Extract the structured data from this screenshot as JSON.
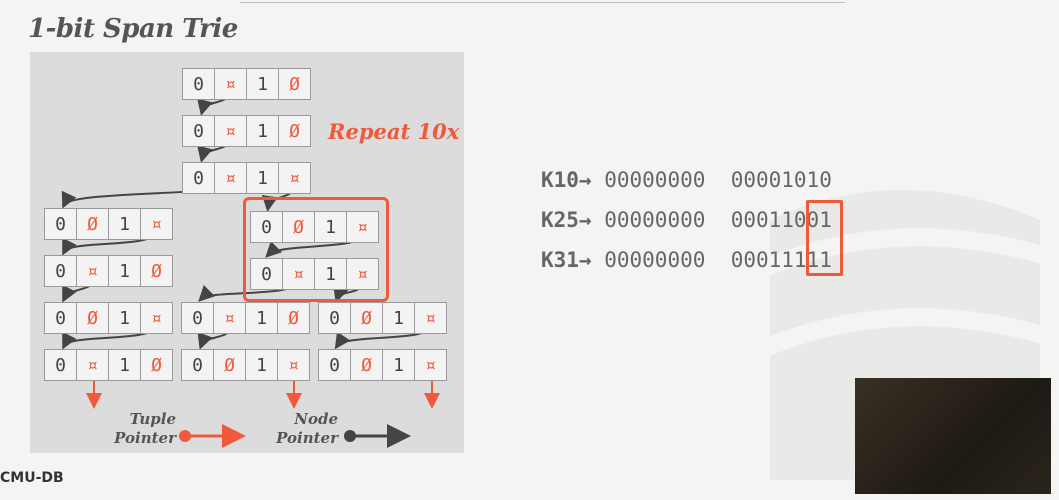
{
  "slide": {
    "title": "1-bit Span Trie",
    "annotation": "Repeat 10x",
    "legend": {
      "tuple_pointer": [
        "Tuple",
        "Pointer"
      ],
      "node_pointer": [
        "Node",
        "Pointer"
      ]
    },
    "footer": "CMU-DB"
  },
  "trie_nodes": [
    [
      "0",
      "¤",
      "1",
      "Ø"
    ],
    [
      "0",
      "¤",
      "1",
      "Ø"
    ],
    [
      "0",
      "¤",
      "1",
      "¤"
    ],
    [
      "0",
      "Ø",
      "1",
      "¤"
    ],
    [
      "0",
      "Ø",
      "1",
      "¤"
    ],
    [
      "0",
      "¤",
      "1",
      "Ø"
    ],
    [
      "0",
      "¤",
      "1",
      "¤"
    ],
    [
      "0",
      "Ø",
      "1",
      "¤"
    ],
    [
      "0",
      "¤",
      "1",
      "Ø"
    ],
    [
      "0",
      "Ø",
      "1",
      "¤"
    ],
    [
      "0",
      "¤",
      "1",
      "Ø"
    ],
    [
      "0",
      "Ø",
      "1",
      "¤"
    ],
    [
      "0",
      "Ø",
      "1",
      "¤"
    ]
  ],
  "keys": [
    {
      "label": "K10→",
      "hi": "00000000",
      "lo": "00001010"
    },
    {
      "label": "K25→",
      "hi": "00000000",
      "lo": "00011001"
    },
    {
      "label": "K31→",
      "hi": "00000000",
      "lo": "00011111"
    }
  ],
  "colors": {
    "accent": "#f05a3c",
    "node_pointer": "#444444"
  }
}
